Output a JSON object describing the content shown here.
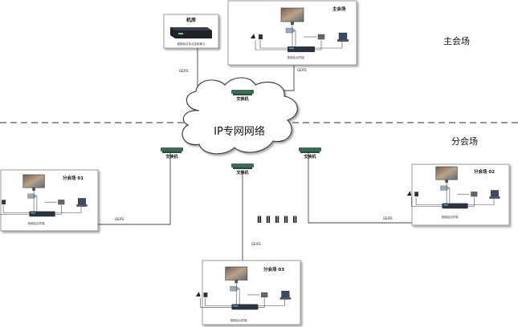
{
  "network": {
    "label": "IP专网网络"
  },
  "zones": {
    "main": "主会场",
    "branch": "分会场"
  },
  "switch_label": "交换机",
  "link_label": "GE/FE",
  "device_label": "视频会议终端",
  "server_room": {
    "title": "机房",
    "device": "视频会议多点控制单元"
  },
  "sites": {
    "main": {
      "title": "主会场"
    },
    "b1": {
      "title": "分会场 01"
    },
    "b2": {
      "title": "分会场 02"
    },
    "b3": {
      "title": "分会场 03"
    }
  },
  "ellipsis": "ǁ ǁ ǁ ǁ ǁ",
  "colors": {
    "line": "#444444",
    "dash": "#555555",
    "switch": "#3d6b55",
    "terminal": "#2b3340",
    "panel_border": "#9a9a9a"
  }
}
